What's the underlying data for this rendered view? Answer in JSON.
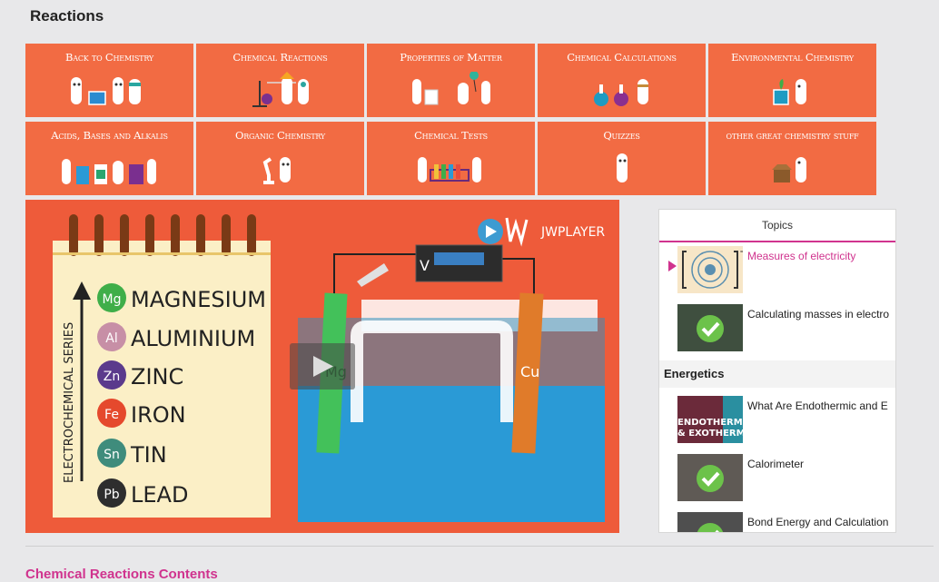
{
  "page_title": "Reactions",
  "tiles": [
    {
      "label": "Back to Chemistry"
    },
    {
      "label": "Chemical Reactions"
    },
    {
      "label": "Properties of Matter"
    },
    {
      "label": "Chemical Calculations"
    },
    {
      "label": "Environmental Chemistry"
    },
    {
      "label": "Acids, Bases and Alkalis"
    },
    {
      "label": "Organic Chemistry"
    },
    {
      "label": "Chemical Tests"
    },
    {
      "label": "Quizzes"
    },
    {
      "label": "other great chemistry stuff"
    }
  ],
  "video": {
    "player_brand": "JWPLAYER",
    "series_label": "ELECTROCHEMICAL SERIES",
    "elements": [
      {
        "symbol": "Mg",
        "name": "MAGNESIUM",
        "color": "#3fae49"
      },
      {
        "symbol": "Al",
        "name": "ALUMINIUM",
        "color": "#c78fa6"
      },
      {
        "symbol": "Zn",
        "name": "ZINC",
        "color": "#5b3a8c"
      },
      {
        "symbol": "Fe",
        "name": "IRON",
        "color": "#e5492d"
      },
      {
        "symbol": "Sn",
        "name": "TIN",
        "color": "#3f8c7c"
      },
      {
        "symbol": "Pb",
        "name": "LEAD",
        "color": "#2e2e2e"
      }
    ],
    "voltmeter_label": "V",
    "electrode_left": "Mg",
    "electrode_right": "Cu"
  },
  "topics": {
    "header": "Topics",
    "items": [
      {
        "title": "Measures of electricity",
        "active": true,
        "completed": false
      },
      {
        "title": "Calculating masses in electro",
        "active": false,
        "completed": true
      }
    ],
    "section": "Energetics",
    "section_items": [
      {
        "title": "What Are Endothermic and E",
        "thumb_text": "ENDOTHERM & EXOTHERM",
        "completed": false
      },
      {
        "title": "Calorimeter",
        "completed": true
      },
      {
        "title": "Bond Energy and Calculation",
        "completed": true
      }
    ]
  },
  "footer_link": "Chemical Reactions Contents",
  "colors": {
    "tile_bg": "#f26b43",
    "accent_pink": "#d0338e",
    "video_bg": "#ee5b3a",
    "check_green": "#6cc24a"
  }
}
